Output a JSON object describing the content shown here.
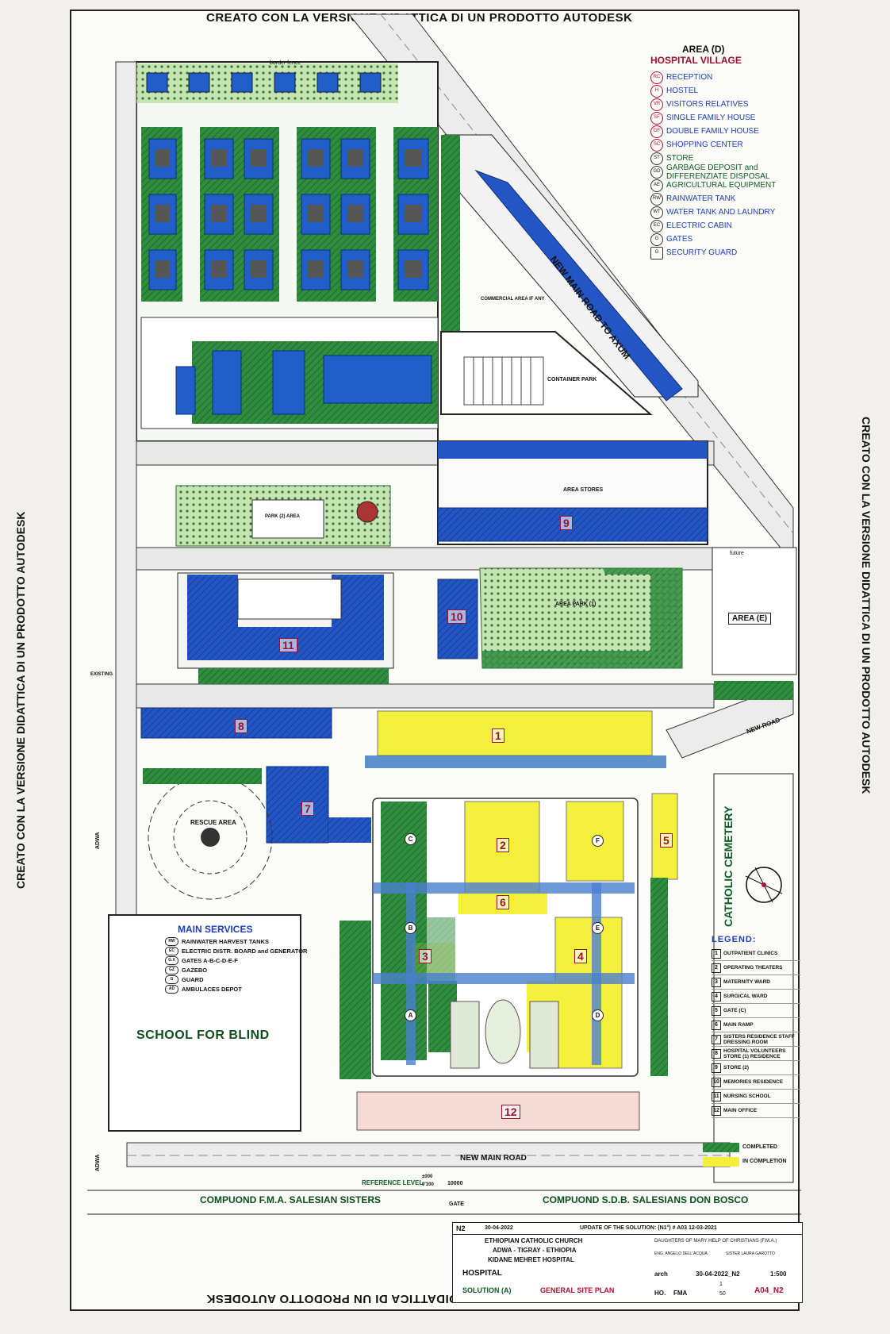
{
  "watermark": "CREATO CON LA VERSIONE DIDATTICA DI UN PRODOTTO AUTODESK",
  "hospital_village": {
    "area": "AREA (D)",
    "title": "HOSPITAL VILLAGE",
    "items": [
      {
        "code": "RC",
        "label": "RECEPTION",
        "style": "red-blue"
      },
      {
        "code": "H",
        "label": "HOSTEL",
        "style": "red-blue"
      },
      {
        "code": "VR",
        "label": "VISITORS RELATIVES",
        "style": "red-blue"
      },
      {
        "code": "SF",
        "label": "SINGLE FAMILY HOUSE",
        "style": "red-blue"
      },
      {
        "code": "DF",
        "label": "DOUBLE FAMILY HOUSE",
        "style": "red-blue"
      },
      {
        "code": "SC",
        "label": "SHOPPING CENTER",
        "style": "red-blue"
      },
      {
        "code": "ST",
        "label": "STORE",
        "style": "black-green"
      },
      {
        "code": "GD",
        "label": "GARBAGE DEPOSIT and DIFFERENZIATE DISPOSAL",
        "style": "black-green"
      },
      {
        "code": "AE",
        "label": "AGRICULTURAL EQUIPMENT",
        "style": "black-green"
      },
      {
        "code": "RW",
        "label": "RAINWATER TANK",
        "style": "black-blue"
      },
      {
        "code": "WT",
        "label": "WATER TANK AND LAUNDRY",
        "style": "black-blue"
      },
      {
        "code": "EC",
        "label": "ELECTRIC CABIN",
        "style": "black-blue"
      },
      {
        "code": "G",
        "label": "GATES",
        "style": "black-blue"
      },
      {
        "code": "G",
        "label": "SECURITY GUARD",
        "style": "black-blue"
      }
    ]
  },
  "plan_labels": {
    "road_axum": "NEW MAIN ROAD TO AXUM",
    "commercial": "COMMERCIAL AREA IF ANY",
    "container_park": "CONTAINER PARK",
    "area_stores": "AREA STORES",
    "park2": "PARK (2) AREA",
    "park1": "AREA PARK (1)",
    "area_e": "AREA (E)",
    "new_road": "NEW ROAD",
    "rescue": "RESCUE AREA",
    "cemetery": "CATHOLIC CEMETERY",
    "new_main_road": "NEW MAIN ROAD",
    "reference_level": "REFERENCE LEVEL",
    "ref_value_top": "±000",
    "ref_value_bottom": "9'100",
    "ref_10000": "10000",
    "gate": "GATE",
    "adwa": "ADWA",
    "existing": "EXISTING",
    "border_fence": "border fence",
    "future": "future",
    "blocks": [
      "1",
      "2",
      "3",
      "4",
      "5",
      "6",
      "7",
      "8",
      "9",
      "10",
      "11",
      "12"
    ],
    "wards": [
      "A",
      "B",
      "C",
      "D",
      "E",
      "F"
    ]
  },
  "main_services": {
    "title": "MAIN SERVICES",
    "items": [
      {
        "code": "RW",
        "label": "RAINWATER HARVEST TANKS"
      },
      {
        "code": "EC",
        "label": "ELECTRIC DISTR. BOARD and GENERATOR"
      },
      {
        "code": "G.X",
        "label": "GATES A-B-C-D-E-F"
      },
      {
        "code": "GZ",
        "label": "GAZEBO"
      },
      {
        "code": "G",
        "label": "GUARD"
      },
      {
        "code": "AD",
        "label": "AMBULACES DEPOT"
      }
    ],
    "school": "SCHOOL FOR BLIND"
  },
  "legend": {
    "title": "LEGEND:",
    "items": [
      {
        "n": "1",
        "label": "OUTPATIENT CLINICS"
      },
      {
        "n": "2",
        "label": "OPERATING THEATERS"
      },
      {
        "n": "3",
        "label": "MATERNITY WARD"
      },
      {
        "n": "4",
        "label": "SURGICAL WARD"
      },
      {
        "n": "5",
        "label": "GATE (C)"
      },
      {
        "n": "6",
        "label": "MAIN RAMP"
      },
      {
        "n": "7",
        "label": "SISTERS RESIDENCE STAFF DRESSING ROOM"
      },
      {
        "n": "8",
        "label": "HOSPITAL VOLUNTEERS STORE (1) RESIDENCE"
      },
      {
        "n": "9",
        "label": "STORE (2)"
      },
      {
        "n": "10",
        "label": "MEMORIES RESIDENCE"
      },
      {
        "n": "11",
        "label": "NURSING SCHOOL"
      },
      {
        "n": "12",
        "label": "MAIN OFFICE"
      }
    ],
    "completed": "COMPLETED",
    "in_completion": "IN COMPLETION"
  },
  "compounds": {
    "left": "COMPUOND F.M.A. SALESIAN SISTERS",
    "right": "COMPUOND S.D.B. SALESIANS DON BOSCO"
  },
  "title_block": {
    "sheet": "N2",
    "date": "30-04-2022",
    "update": "UPDATE OF THE SOLUTION: (N1°) # A03 12-03-2021",
    "client": "DAUGHTERS OF MARY HELP OF CHRISTIANS (F.M.A.)",
    "church": "ETHIOPIAN CATHOLIC CHURCH",
    "location": "ADWA - TIGRAY - ETHIOPIA",
    "hospital_name": "KIDANE MEHRET HOSPITAL",
    "architect": "ENG. ANGELO DELL'ACQUA",
    "checked": "SISTER LAURA GAROTTO",
    "project": "HOSPITAL",
    "solution": "SOLUTION (A)",
    "plan": "GENERAL SITE PLAN",
    "type": "arch",
    "date_code": "30-04-2022_N2",
    "scale": "1:500",
    "bldg": "HO.",
    "group": "FMA",
    "sheet_no": "1",
    "qty": "50",
    "drawing": "A04_N2"
  },
  "colors": {
    "green": "#2e8b3c",
    "dark_green": "#0f5e23",
    "blue": "#1f4fb8",
    "yellow": "#f3ef3c",
    "road": "#e6e6e6",
    "pink": "#f5d9d3",
    "red": "#b01030"
  }
}
